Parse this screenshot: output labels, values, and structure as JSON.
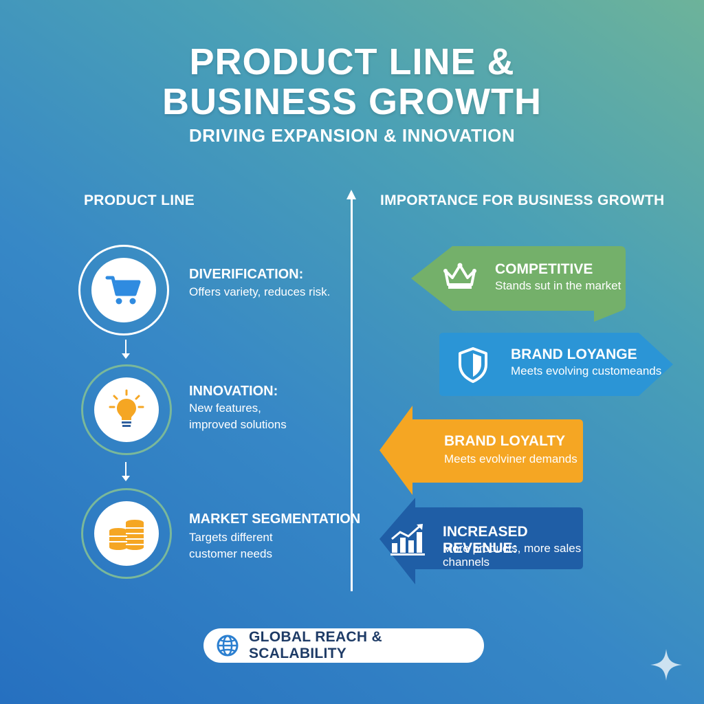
{
  "header": {
    "title_line1": "PRODUCT LINE &",
    "title_line2": "BUSINESS GROWTH",
    "subtitle": "DRIVING EXPANSION & INNOVATION"
  },
  "left_column": {
    "heading": "PRODUCT LINE",
    "items": [
      {
        "icon": "shopping-cart-icon",
        "title": "DIVERIFICATION:",
        "desc_line1": "Offers variety, reduces risk.",
        "desc_line2": ""
      },
      {
        "icon": "lightbulb-icon",
        "title": "INNOVATION:",
        "desc_line1": "New features,",
        "desc_line2": "improved solutions"
      },
      {
        "icon": "coins-icon",
        "title": "MARKET SEGMENTATION",
        "desc_line1": "Targets different",
        "desc_line2": "customer needs"
      }
    ]
  },
  "right_column": {
    "heading": "IMPORTANCE FOR BUSINESS GROWTH",
    "cards": [
      {
        "icon": "crown-icon",
        "title": "COMPETITIVE",
        "desc": "Stands sut in the market",
        "color": "#74b06a"
      },
      {
        "icon": "shield-icon",
        "title": "BRAND LOYANGE",
        "desc": "Meets evolving customeands",
        "color": "#2b95d6"
      },
      {
        "icon": "",
        "title": "BRAND LOYALTY",
        "desc": "Meets evolviner demands",
        "color": "#f5a623"
      },
      {
        "icon": "bar-chart-growth-icon",
        "title": "INCREASED REVENUE:",
        "desc": "More products, more sales channels",
        "color": "#1f5ea6"
      }
    ]
  },
  "footer": {
    "pill_icon": "globe-icon",
    "pill_text": "GLOBAL REACH & SCALABILITY",
    "corner_icon": "sparkle-icon"
  }
}
